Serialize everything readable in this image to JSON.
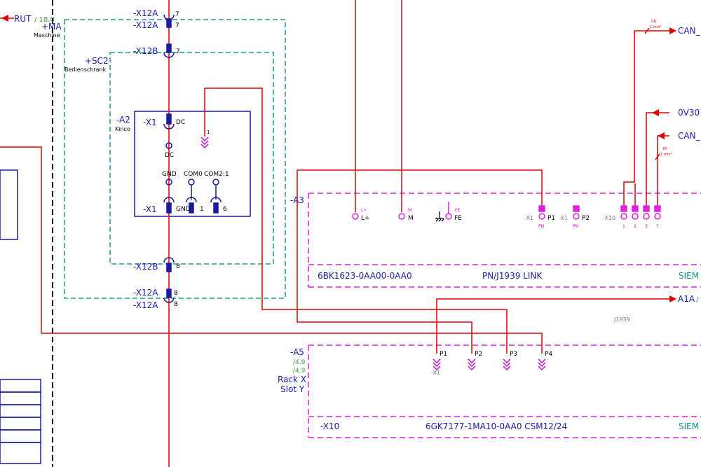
{
  "colors": {
    "wire": "#e00000",
    "terminal": "#1a1aa6",
    "box_teal": "#1a9a9a",
    "box_magenta": "#dd22dd",
    "annotation_green": "#3c9a3c"
  },
  "top_left": {
    "rut_label": "RUT",
    "rut_ref": "/ 18.0",
    "ma_label": "+MA",
    "ma_desc": "Maschine"
  },
  "terminals": {
    "x12a_top_1": "-X12A",
    "x12a_top_1_num": "7",
    "x12a_top_2": "-X12A",
    "x12a_top_2_num": "7",
    "x12b_top": "-X12B",
    "x12b_top_num": "7",
    "x12b_bot": "-X12B",
    "x12b_bot_num": "8",
    "x12a_bot_1": "-X12A",
    "x12a_bot_1_num": "8",
    "x12a_bot_2": "-X12A",
    "x12a_bot_2_num": "8"
  },
  "sc2": {
    "label": "+SC2",
    "desc": "Bedienschrank"
  },
  "a2": {
    "label": "-A2",
    "desc": "Kinco",
    "x1_top": "-X1",
    "dc_pin": "DC",
    "dc_label": "DC",
    "gnd_label": "GND",
    "com0_label": "COM0",
    "com2_label": "COM2:1",
    "x1_bot": "-X1",
    "gnd_pin": "GND",
    "pin_1": "1",
    "pin_6": "6",
    "arrow_ref": "1"
  },
  "a3": {
    "label": "-A3",
    "lplus_small": "L+",
    "lplus": "L+",
    "m_small": "M",
    "m": "M",
    "fe_small": "FE",
    "fe": "FE",
    "x1_p1": "-X1",
    "p1": "P1",
    "pn1": "PN",
    "x1_p2": "-X1",
    "p2": "P2",
    "pn2": "PN",
    "x10": "-X10",
    "pins": [
      "1",
      "2",
      "3",
      "7"
    ],
    "part_number": "6BK1623-0AA00-0AA0",
    "description": "PN/J1939 LINK",
    "vendor": "SIEM"
  },
  "right_signals": {
    "can_top": "CAN_",
    "can_top_wire": "GN",
    "can_top_size": "1 mm²",
    "ov30": "0V30",
    "can_mid": "CAN_",
    "can_mid_wire": "YE",
    "can_mid_size": "1 mm²",
    "a1a": "A1A",
    "a1a_ref": "/",
    "j1939": "J1939"
  },
  "a5": {
    "label": "-A5",
    "ref1": "/4.9",
    "ref2": "/4.9",
    "rack": "Rack X",
    "slot": "Slot Y",
    "p1": "P1",
    "p2": "P2",
    "p3": "P3",
    "p4": "P4",
    "x1": "-X1",
    "x10": "-X10",
    "part_number": "6GK7177-1MA10-0AA0 CSM12/24",
    "vendor": "SIEM"
  }
}
